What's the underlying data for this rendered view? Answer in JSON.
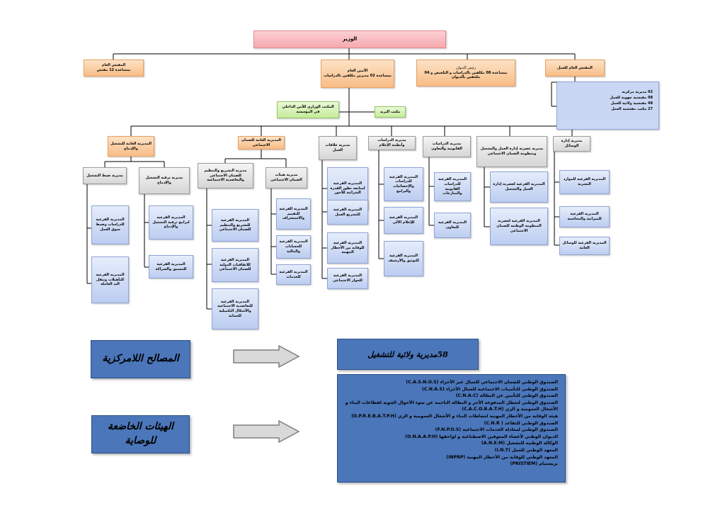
{
  "minister": "الوزير",
  "second_tier": {
    "inspector_general": {
      "title": "المفتش العام",
      "sub": "بمساعدة 12 مفتش"
    },
    "secretary_general": {
      "title": "الأمين العام",
      "sub": "بمساعدة 02 مديرين مكلفين بالدراسات"
    },
    "chief_of_staff": {
      "title": "رئيس الديوان",
      "sub": "بمساعدة 08 مكلفين بالدراسات و التلخيص و 04 ملحقين بالديوان"
    },
    "labor_inspector": {
      "title": "المفتش العام للعمل"
    }
  },
  "labor_inspection_list": [
    "02 مديرية مركزية",
    "08 مفتشية جهوية للعمل",
    "48 مفتشية ولائية للعمل",
    "27 مكتب مفتشية العمل"
  ],
  "security_office": "المكتب الوزاري للأمن الداخلي في المؤسسة",
  "mail_office": "مكتب البريد",
  "directorates": [
    {
      "title": "المديرية العامة للتشغيل والإدماج",
      "subdirectorates": [
        {
          "title": "مديرية ترقية التشغيل والإدماج",
          "units": [
            "المديرية الفرعية لبرامج ترقية التشغيل والإدماج",
            "المديرية الفرعية للتنسيق والشراكة"
          ]
        },
        {
          "title": "مديرية ضبط التشغيل",
          "units": [
            "المديرية الفرعية للدراسات وضبط سوق العمل",
            "المديرية الفرعية للتأهيلات وتنقل اليد العاملة"
          ]
        }
      ]
    },
    {
      "title": "المديرية العامة للضمان الاجتماعي",
      "subdirectorates": [
        {
          "title": "مديرية هيئات الضمان الاجتماعي",
          "units": [
            "المديرية الفرعية للتقييم والاستشراف",
            "المديرية الفرعية للحسابات والمالية",
            "المديرية الفرعية للخدمات"
          ]
        },
        {
          "title": "مديرية التشريع والتنظيم للضمان الاجتماعي والتعاضدية الاجتماعية",
          "units": [
            "المديرية الفرعية للتشريع والتنظيم للضمان الاجتماعي",
            "المديرية الفرعية للاتفاقيات الدولية للضمان الاجتماعي",
            "المديرية الفرعية للتعاضدية الاجتماعية والأشكال التكميلية للحماية"
          ]
        }
      ]
    },
    {
      "title": "مديرية علاقات العمل",
      "units": [
        "المديرية الفرعية لمتابعة تطور القدرة الشرائية للأجور",
        "المديرية الفرعية للتشريع العمل",
        "المديرية الفرعية للوقاية من الأخطار المهنية",
        "المديرية الفرعية للحوار الاجتماعي"
      ]
    },
    {
      "title": "مديرية الدراسات وأنظمة الإعلام",
      "units": [
        "المديرية الفرعية للدراسات والإحصائيات والبرامج",
        "المديرية الفرعية للإعلام الآلي",
        "المديرية الفرعية للتوثيق والأرشيف"
      ]
    },
    {
      "title": "مديرية الدراسات القانونية والتعاون",
      "units": [
        "المديرية الفرعية للدراسات القانونية والمنازعات",
        "المديرية الفرعية للتعاون"
      ]
    },
    {
      "title": "مديرية عصرنة إدارة العمل والتشغيل ومنظومة الضمان الاجتماعي",
      "units": [
        "المديرية الفرعية لعصرنة إدارة العمل والتشغيل",
        "المديرية الفرعية لعصرنة المنظومة الوطنية للضمان الاجتماعي"
      ]
    },
    {
      "title": "مديرية إدارة الوسائل",
      "units": [
        "المديرية الفرعية للموارد البشرية",
        "المديرية الفرعية للميزانية والمحاسبة",
        "المديرية الفرعية للوسائل العامة"
      ]
    }
  ],
  "decentralized": {
    "label": "المصالح اللامركزية",
    "target": "58مديرية ولائية للتشغيل"
  },
  "supervised": {
    "label": "الهيئات الخاضعة للوصاية",
    "bodies": [
      "الصندوق الوطني للضمان الاجتماعي للعمال غير الأجراء (C.A.S.N.O.S)",
      "الصندوق الوطني للتأمينات الاجتماعية للعمال الأجراء (C.N.A.S)",
      "الصندوق الوطني للتأمين عن البطالة (C.N.A.C)",
      "الصندوق الوطني لتعطل المدفوعة الأجر و البطالة الناجمة عن سوء الأحوال الجوية لقطاعات البناء و الأشغال العمومية و الري (C.A.C.O.B.A.T.H)",
      "هيئة الوقاية من الأخطار المهنية لنشاطات البناء و الأشغال العمومية و الري (O.P.R.E.B.A.T.P.H)",
      "الصندوق الوطني للتقاعد ( C.N.R)",
      "الصندوق الوطني لمعادلة الخدمات الاجتماعية (F.N.P.O.S)",
      "الديوان الوطني لأعضاء المعوقين الاصطناعية و لواحقها (O.N.A.A.P.H)",
      "الوكالة الوطنية للتشغيل (A.N.E.M)",
      "المعهد الوطني للعمل (I.N.T)",
      "المعهد الوطني للوقاية من الأخطار المهنية (INPRP)",
      "بريستيام (PRISTIEM)"
    ]
  }
}
